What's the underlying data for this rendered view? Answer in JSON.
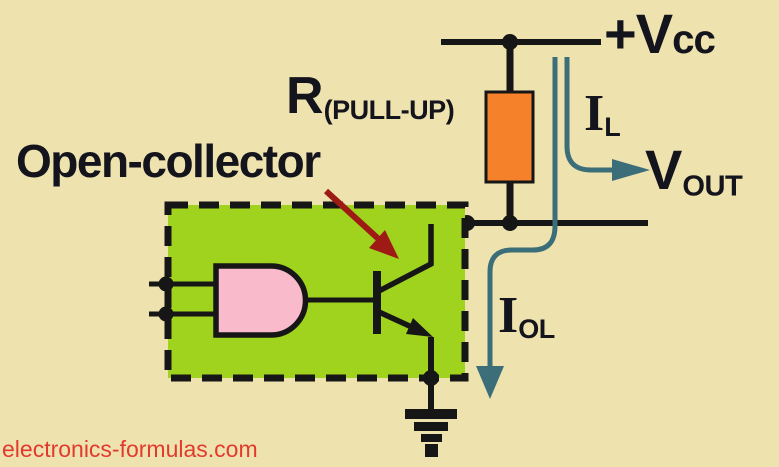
{
  "meta": {
    "description": "Open-collector output stage with external pull-up resistor circuit diagram"
  },
  "colors": {
    "background": "#eee2af",
    "wire_black": "#161616",
    "text_black": "#14141c",
    "box_green": "#a0d31e",
    "gate_pink": "#f9bacc",
    "resistor_orange": "#f5822a",
    "current_teal": "#3b6e79",
    "annotation_red": "#9e1a15",
    "watermark_red": "#e23b2e"
  },
  "labels": {
    "open_collector": "Open-collector",
    "resistor_main": "R",
    "resistor_sub": "(PULL-UP)",
    "vcc_main": "+V",
    "vcc_sub": "cc",
    "load_current_main": "I",
    "load_current_sub": "L",
    "vout_main": "V",
    "vout_sub": "OUT",
    "sink_current_main": "I",
    "sink_current_sub": "OL",
    "watermark": "electronics-formulas.com"
  },
  "components": {
    "and_gate_icon": "and-gate",
    "transistor_icon": "npn-transistor",
    "resistor_icon": "pull-up-resistor",
    "ground_icon": "ground-symbol",
    "boundary_icon": "open-collector-dashed-box",
    "load_current_icon": "current-arrow-right",
    "sink_current_icon": "current-arrow-down",
    "annotation_icon": "red-pointer-arrow"
  }
}
